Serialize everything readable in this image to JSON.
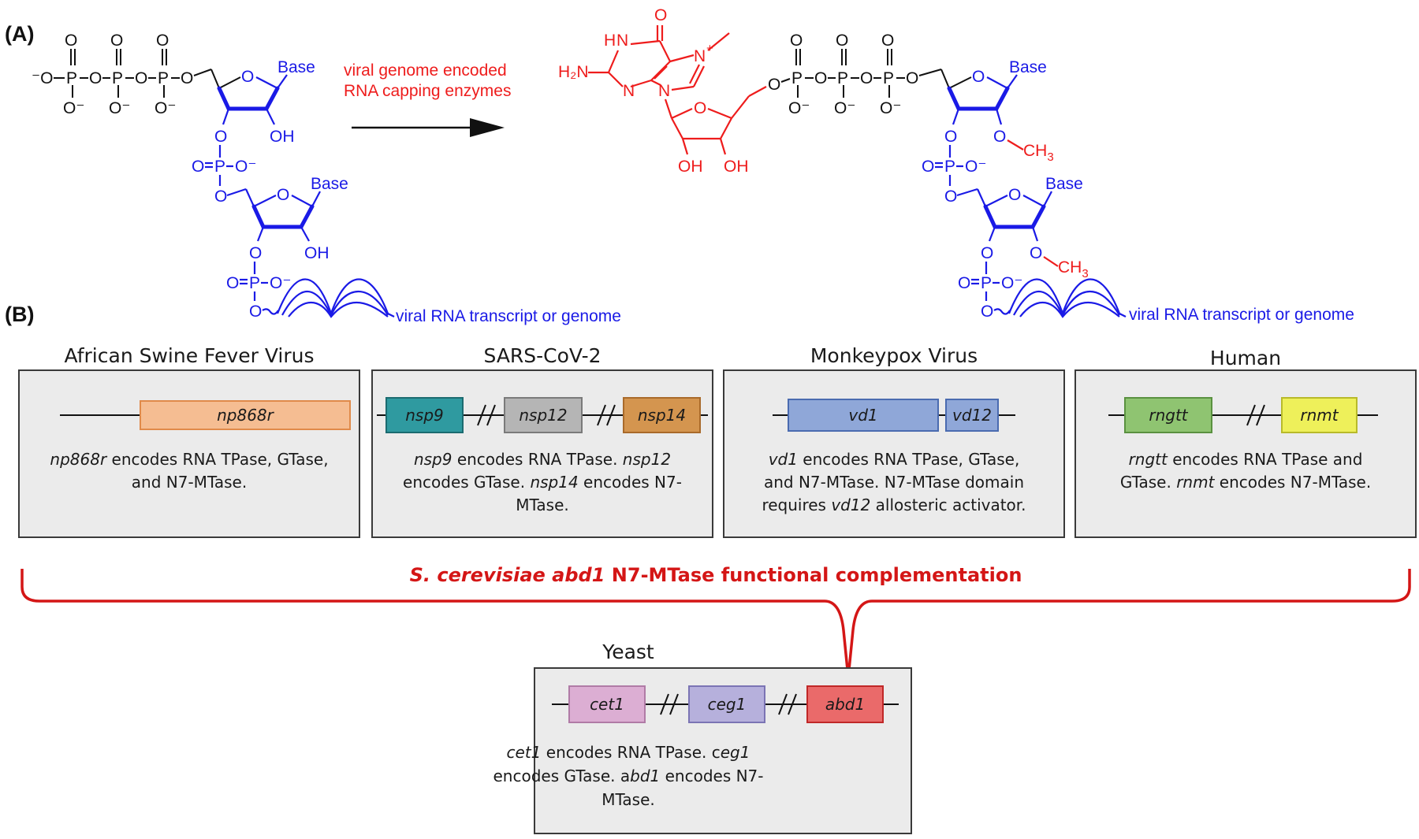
{
  "panel_labels": {
    "a": "(A)",
    "b": "(B)"
  },
  "panel_a": {
    "arrow_text_line1": "viral genome encoded",
    "arrow_text_line2": "RNA capping enzymes",
    "base_label": "Base",
    "oh_label": "OH",
    "rna_label": "viral RNA transcript or genome",
    "ch3_label": "CH",
    "ch3_sub": "3",
    "h2n_label": "H₂N",
    "colors": {
      "black": "#111111",
      "blue": "#1a1ae6",
      "red": "#ee1c1c"
    }
  },
  "organisms": [
    {
      "title": "African Swine Fever Virus",
      "genes": [
        {
          "name": "np868r",
          "color": "#f5bd92",
          "border": "#e08a4a"
        }
      ],
      "desc": [
        [
          {
            "t": "np868r",
            "i": true
          },
          {
            "t": " encodes RNA TPase, GTase,",
            "i": false
          }
        ],
        [
          {
            "t": "and N7-MTase.",
            "i": false
          }
        ]
      ]
    },
    {
      "title": "SARS-CoV-2",
      "genes": [
        {
          "name": "nsp9",
          "color": "#2f9aa0",
          "border": "#1b6b70"
        },
        {
          "name": "nsp12",
          "color": "#b5b5b5",
          "border": "#7a7a7a"
        },
        {
          "name": "nsp14",
          "color": "#d4954f",
          "border": "#a96a2a"
        }
      ],
      "desc": [
        [
          {
            "t": "nsp9",
            "i": true
          },
          {
            "t": " encodes RNA TPase. ",
            "i": false
          },
          {
            "t": "nsp12",
            "i": true
          }
        ],
        [
          {
            "t": "encodes GTase. ",
            "i": false
          },
          {
            "t": "nsp14",
            "i": true
          },
          {
            "t": " encodes N7-",
            "i": false
          }
        ],
        [
          {
            "t": "MTase.",
            "i": false
          }
        ]
      ]
    },
    {
      "title": "Monkeypox Virus",
      "genes": [
        {
          "name": "vd1",
          "color": "#8fa7d8",
          "border": "#4a6bb0"
        },
        {
          "name": "vd12",
          "color": "#8fa7d8",
          "border": "#4a6bb0"
        }
      ],
      "desc": [
        [
          {
            "t": "vd1",
            "i": true
          },
          {
            "t": " encodes RNA TPase, GTase,",
            "i": false
          }
        ],
        [
          {
            "t": "and N7-MTase. N7-MTase domain",
            "i": false
          }
        ],
        [
          {
            "t": "requires ",
            "i": false
          },
          {
            "t": "vd12",
            "i": true
          },
          {
            "t": " allosteric activator.",
            "i": false
          }
        ]
      ]
    },
    {
      "title": "Human",
      "genes": [
        {
          "name": "rngtt",
          "color": "#8fc471",
          "border": "#5a9140"
        },
        {
          "name": "rnmt",
          "color": "#eef05a",
          "border": "#b8ba2a"
        }
      ],
      "desc": [
        [
          {
            "t": "rngtt",
            "i": true
          },
          {
            "t": " encodes RNA TPase and",
            "i": false
          }
        ],
        [
          {
            "t": "GTase. ",
            "i": false
          },
          {
            "t": "rnmt",
            "i": true
          },
          {
            "t": " encodes N7-MTase.",
            "i": false
          }
        ]
      ]
    }
  ],
  "complementation": {
    "italic_part": "S. cerevisiae abd1",
    "rest": " N7-MTase functional complementation",
    "color": "#d41616"
  },
  "yeast": {
    "title": "Yeast",
    "genes": [
      {
        "name": "cet1",
        "color": "#dcaed3",
        "border": "#b07ba6"
      },
      {
        "name": "ceg1",
        "color": "#b6b0dc",
        "border": "#7b74b4"
      },
      {
        "name": "abd1",
        "color": "#ea6a6a",
        "border": "#c02828"
      }
    ],
    "desc": [
      [
        {
          "t": "cet1",
          "i": true
        },
        {
          "t": " encodes RNA TPase. c",
          "i": false
        },
        {
          "t": "eg1",
          "i": true
        }
      ],
      [
        {
          "t": "encodes GTase. a",
          "i": false
        },
        {
          "t": "bd1",
          "i": true
        },
        {
          "t": " encodes N7-",
          "i": false
        }
      ],
      [
        {
          "t": "MTase.",
          "i": false
        }
      ]
    ]
  }
}
